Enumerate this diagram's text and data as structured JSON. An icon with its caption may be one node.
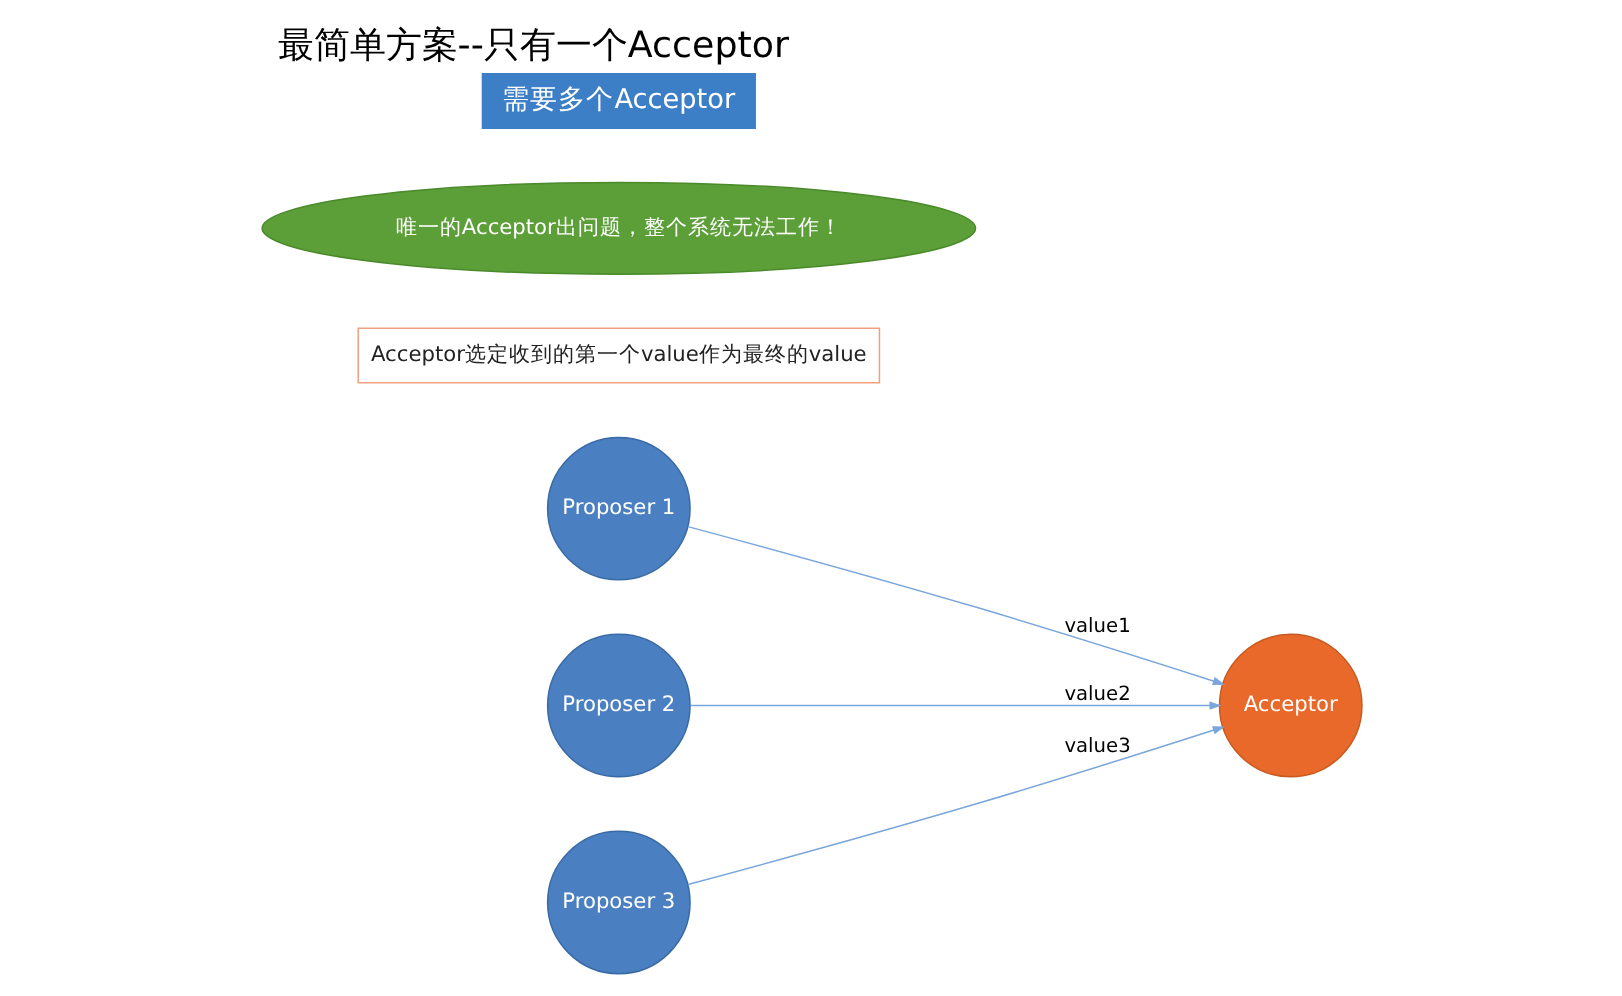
{
  "diagram": {
    "title": "最简单方案--只有一个Acceptor",
    "nodes": [
      {
        "text": [
          "Proposer 1"
        ]
      },
      {
        "text": [
          "Proposer 2"
        ]
      },
      {
        "text": [
          "Proposer 3"
        ]
      },
      {
        "text": [
          "Acceptor"
        ]
      },
      {
        "text": [
          "Acceptor选定收到的第一个value作为最终的value"
        ]
      },
      {
        "text": [
          "唯一的Acceptor出问题，整个系统无法工作！"
        ]
      },
      {
        "text": [
          "需要多个Acceptor"
        ]
      }
    ],
    "edges": [
      {
        "from": 0,
        "to": 3,
        "arrow": "to",
        "label": "value1"
      },
      {
        "from": 1,
        "to": 3,
        "arrow": "to",
        "label": "value2"
      },
      {
        "from": 2,
        "to": 3,
        "arrow": "to",
        "label": "value3"
      }
    ]
  }
}
